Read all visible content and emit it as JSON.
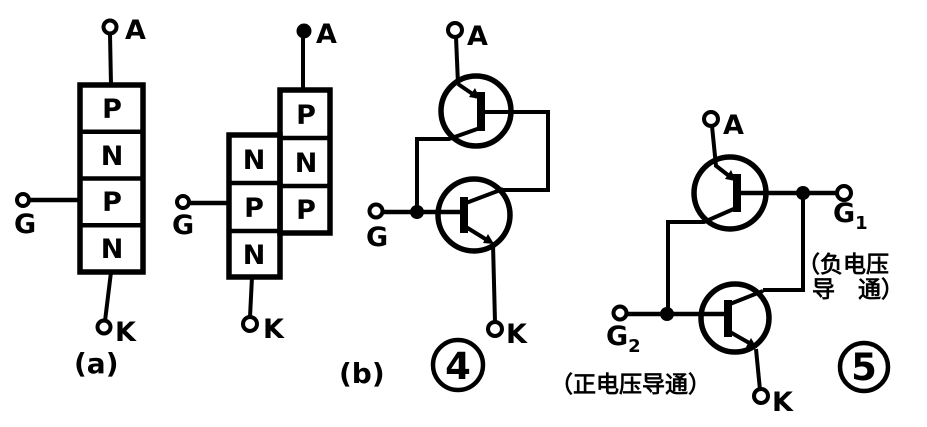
{
  "figure": {
    "background_color": "#ffffff",
    "ink_color": "#000000",
    "description_labels": {
      "a": "(a)",
      "b": "(b)",
      "four": "4",
      "five": "5"
    }
  },
  "diagram_a": {
    "caption": "(a)",
    "layers": [
      "P",
      "N",
      "P",
      "N"
    ],
    "anode_label": "A",
    "gate_label": "G",
    "cathode_label": "K"
  },
  "diagram_b": {
    "caption": "(b)",
    "right_layers": [
      "P",
      "N",
      "P"
    ],
    "left_layers": [
      "N",
      "P",
      "N"
    ],
    "anode_label": "A",
    "gate_label": "G",
    "cathode_label": "K"
  },
  "circuit_4": {
    "badge_number": "4",
    "anode_label": "A",
    "gate_label": "G",
    "cathode_label": "K"
  },
  "circuit_5": {
    "badge_number": "5",
    "anode_label": "A",
    "cathode_label": "K",
    "gate1_label": "G",
    "gate1_subscript": "1",
    "gate2_label": "G",
    "gate2_subscript": "2",
    "gate1_annotation_line1": "（负电压",
    "gate1_annotation_line2": "导　通）",
    "gate2_annotation": "（正电压导通）"
  }
}
